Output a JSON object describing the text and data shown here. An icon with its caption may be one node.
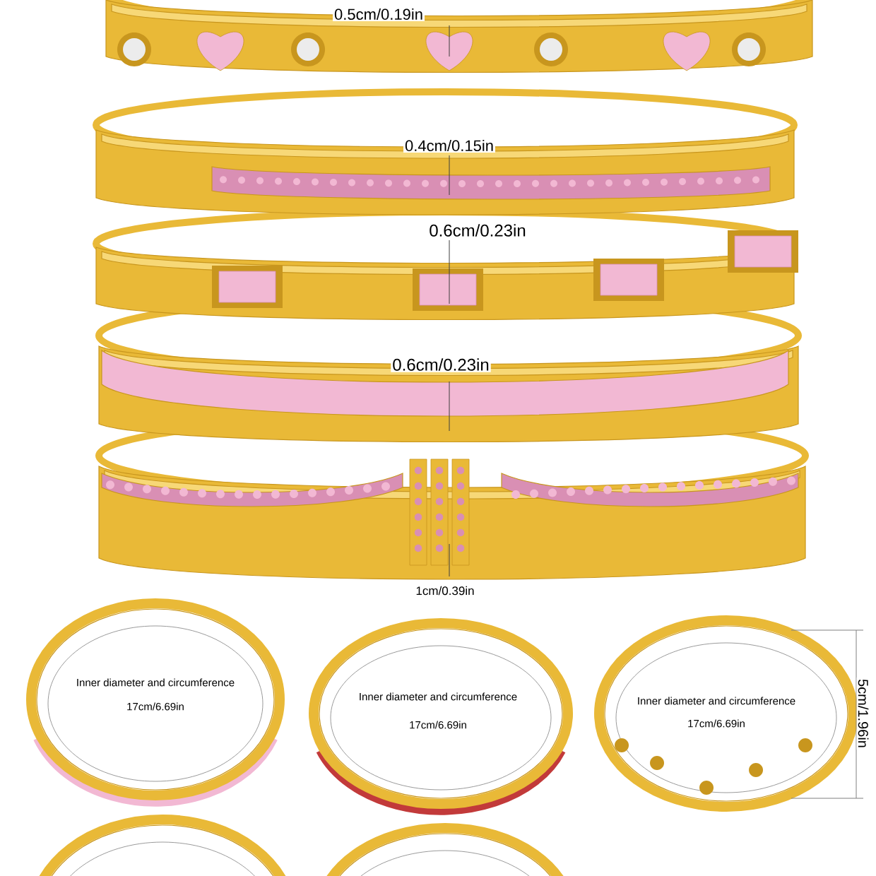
{
  "diagram": {
    "labels": [
      "0.5cm/0.19in",
      "0.4cm/0.15in",
      "0.6cm/0.23in",
      "0.6cm/0.23in",
      "1cm/0.39in",
      "Inner diameter and circumference",
      "17cm/6.69in",
      "Inner diameter and circumference",
      "17cm/6.69in",
      "Inner diameter and circumference",
      "17cm/6.69in",
      "5cm/1.96in"
    ]
  }
}
